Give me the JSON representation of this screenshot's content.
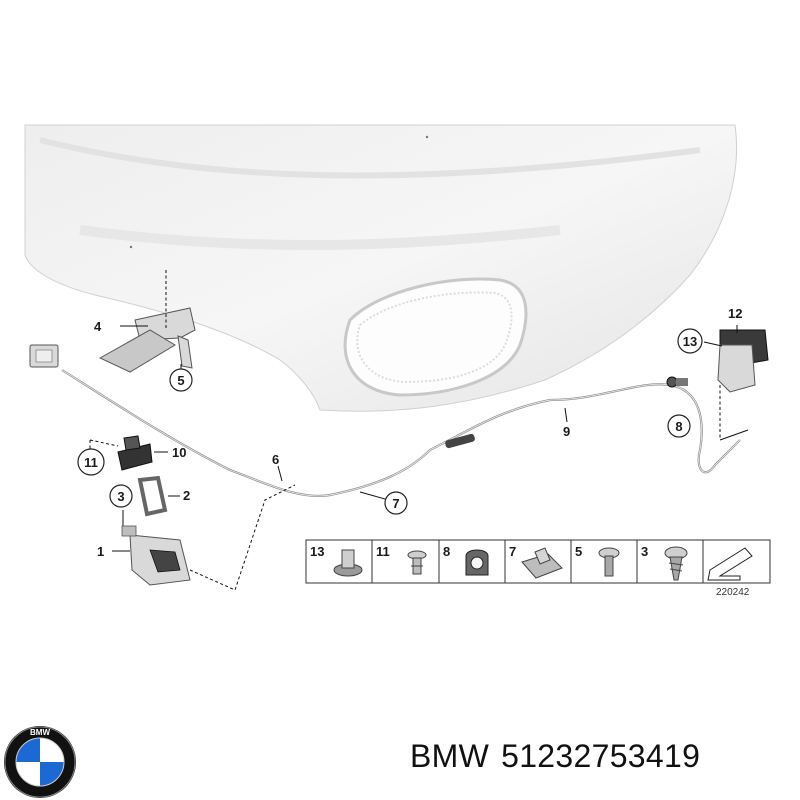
{
  "diagram": {
    "callouts": [
      {
        "id": "1",
        "label": "1"
      },
      {
        "id": "2",
        "label": "2"
      },
      {
        "id": "3",
        "label": "3"
      },
      {
        "id": "4",
        "label": "4"
      },
      {
        "id": "5",
        "label": "5"
      },
      {
        "id": "6",
        "label": "6"
      },
      {
        "id": "7",
        "label": "7"
      },
      {
        "id": "8",
        "label": "8"
      },
      {
        "id": "9",
        "label": "9"
      },
      {
        "id": "10",
        "label": "10"
      },
      {
        "id": "11",
        "label": "11"
      },
      {
        "id": "12",
        "label": "12"
      },
      {
        "id": "13",
        "label": "13"
      }
    ],
    "legend": {
      "items": [
        "13",
        "11",
        "8",
        "7",
        "5",
        "3"
      ]
    },
    "reference_number": "220242"
  },
  "footer": {
    "brand": "BMW",
    "part_number": "51232753419",
    "logo_letters": "BMW"
  },
  "colors": {
    "hood": "#f0f0f0",
    "cable": "#8a8a8a",
    "logo_blue": "#1c69d4",
    "logo_ring": "#111111"
  }
}
